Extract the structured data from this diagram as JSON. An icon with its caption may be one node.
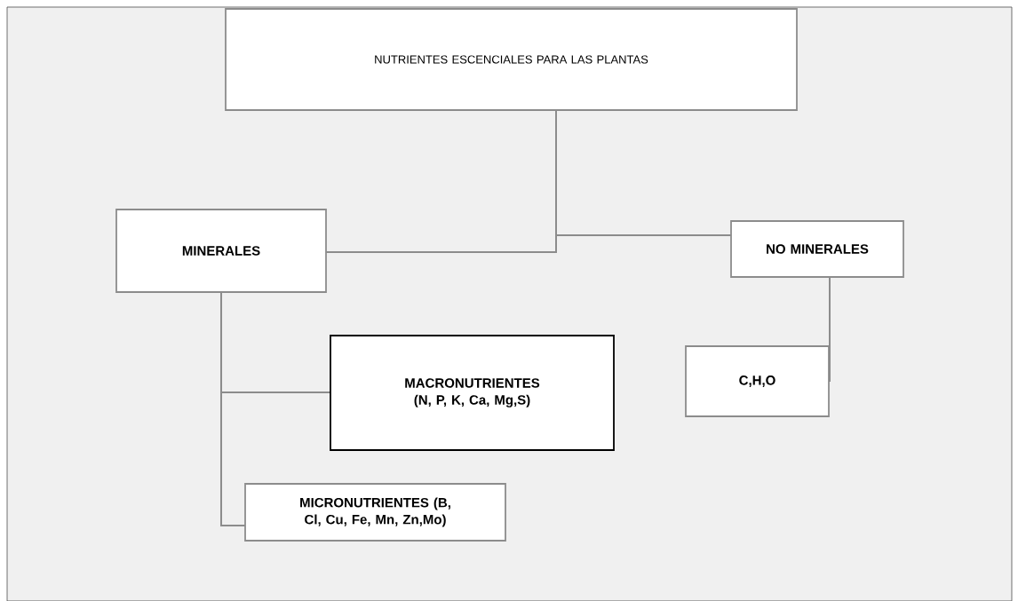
{
  "diagram": {
    "nodes": [
      {
        "text": [
          "NUTRIENTES  ESCENCIALES  PARA LAS PLANTAS"
        ]
      },
      {
        "text": [
          "MINERALES"
        ]
      },
      {
        "text": [
          "NO MINERALES"
        ]
      },
      {
        "text": [
          "MACRONUTRIENTES (N, P, K, Ca,  Mg,S)"
        ]
      },
      {
        "text": [
          "C,H,O"
        ]
      },
      {
        "text": [
          "MICRONUTRIENTES (B, Cl, Cu, Fe, Mn, Zn,Mo)"
        ]
      }
    ],
    "edges": [
      {
        "from": 0,
        "to": 1,
        "arrow": "none"
      },
      {
        "from": 0,
        "to": 2,
        "arrow": "none"
      },
      {
        "from": 1,
        "to": 3,
        "arrow": "none"
      },
      {
        "from": 1,
        "to": 5,
        "arrow": "none"
      },
      {
        "from": 2,
        "to": 4,
        "arrow": "none"
      }
    ]
  }
}
